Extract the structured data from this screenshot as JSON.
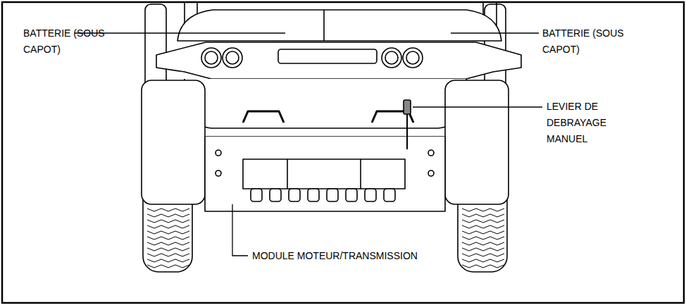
{
  "diagram": {
    "labels": [
      "BATTERIE (SOUS CAPOT)",
      "BATTERIE (SOUS CAPOT)",
      "LEVIER DE DEBRAYAGE MANUEL",
      "MODULE MOTEUR/TRANSMISSION"
    ]
  }
}
